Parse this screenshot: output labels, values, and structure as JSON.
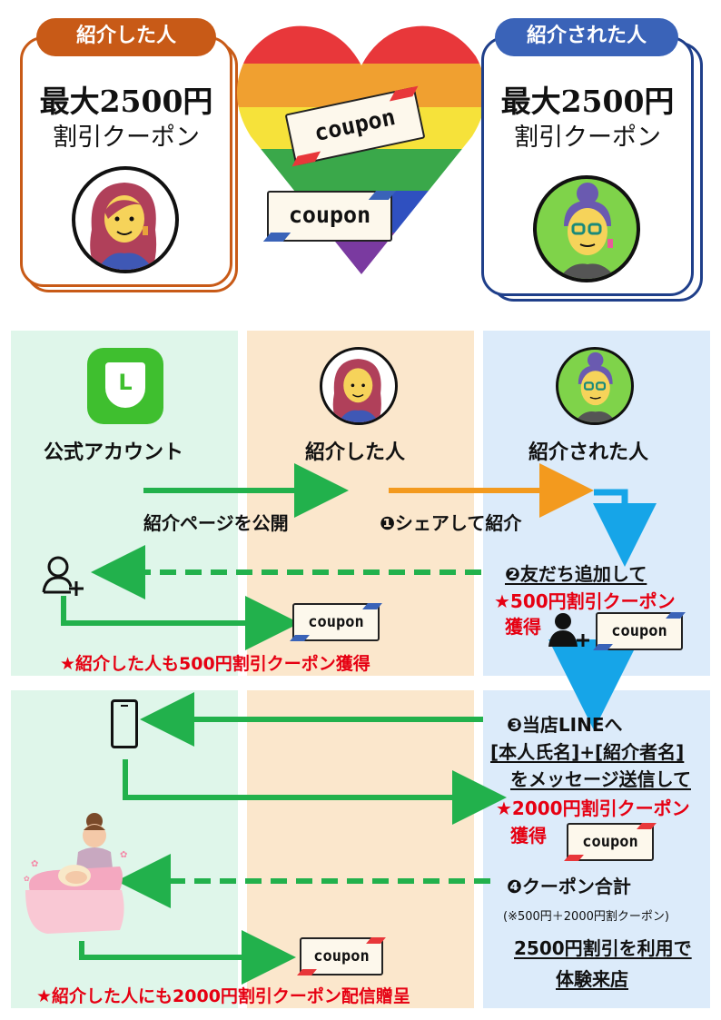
{
  "top": {
    "left_card": {
      "pill": "紹介した人",
      "line1": "最大2500円",
      "line2": "割引クーポン",
      "color": "#c85a17"
    },
    "right_card": {
      "pill": "紹介された人",
      "line1": "最大2500円",
      "line2": "割引クーポン",
      "color": "#3a63b8"
    },
    "heart_coupons": [
      "coupon",
      "coupon"
    ]
  },
  "columns": {
    "col1_label": "公式アカウント",
    "col2_label": "紹介した人",
    "col3_label": "紹介された人",
    "line_icon": "L",
    "colors": {
      "green": "#dff6ea",
      "orange": "#fbe7cc",
      "blue": "#dcebfa"
    }
  },
  "flow": {
    "publish": "紹介ページを公開",
    "share": "❶シェアして紹介",
    "step2_title": "❷友だち追加して",
    "step2_reward_a": "★500円割引クーポン",
    "step2_reward_b": "獲得",
    "referrer_500": "★紹介した人も500円割引クーポン獲得",
    "step3_line1": "❸当店LINEへ",
    "step3_line2": "[本人氏名]+[紹介者名]",
    "step3_line3": "をメッセージ送信して",
    "step3_reward_a": "★2000円割引クーポン",
    "step3_reward_b": "獲得",
    "step4_title": "❹クーポン合計",
    "step4_note": "(※500円＋2000円割クーポン)",
    "step4_line2": "2500円割引を利用で",
    "step4_line3": "体験来店",
    "referrer_2000": "★紹介した人にも2000円割引クーポン配信贈呈",
    "coupon_label": "coupon"
  }
}
